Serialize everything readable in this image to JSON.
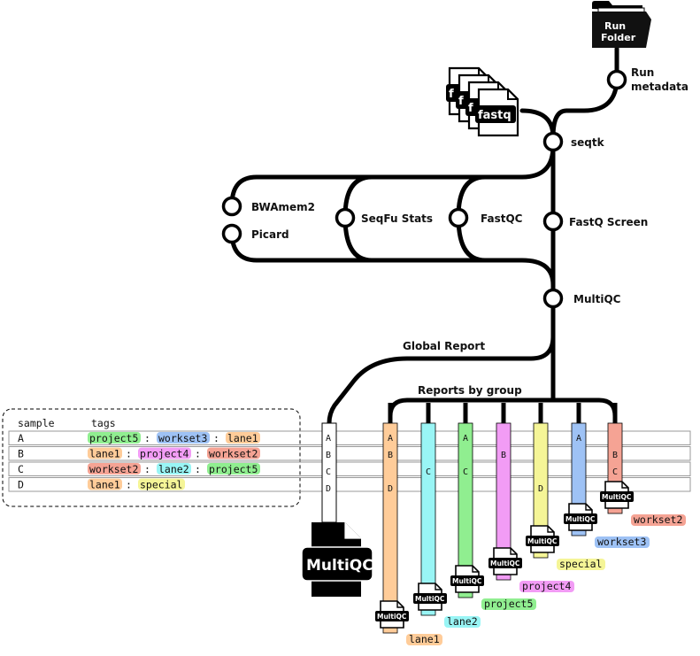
{
  "run_folder": {
    "line1": "Run",
    "line2": "Folder"
  },
  "run_metadata": {
    "line1": "Run",
    "line2": "metadata"
  },
  "fastq_label": "fastq",
  "fastq_stub": "f",
  "nodes": {
    "seqtk": "seqtk",
    "bwamem2": "BWAmem2",
    "picard": "Picard",
    "seqfu": "SeqFu Stats",
    "fastqc": "FastQC",
    "fastq_screen": "FastQ Screen",
    "multiqc": "MultiQC"
  },
  "global_report": "Global Report",
  "reports_by_group": "Reports by group",
  "multiqc_logo": "MultiQC",
  "table": {
    "headers": [
      "sample",
      "tags"
    ],
    "separator": ":",
    "rows": [
      {
        "sample": "A",
        "tags": [
          "project5",
          "workset3",
          "lane1"
        ]
      },
      {
        "sample": "B",
        "tags": [
          "lane1",
          "project4",
          "workset2"
        ]
      },
      {
        "sample": "C",
        "tags": [
          "workset2",
          "lane2",
          "project5"
        ]
      },
      {
        "sample": "D",
        "tags": [
          "lane1",
          "special"
        ]
      }
    ]
  },
  "tag_colors": {
    "project5": "#90ee90",
    "workset3": "#9ec2f5",
    "lane1": "#ffcc99",
    "project4": "#f29cf5",
    "workset2": "#f5a394",
    "lane2": "#99f5f5",
    "special": "#f5f597"
  },
  "global_column": {
    "samples": [
      "A",
      "B",
      "C",
      "D"
    ],
    "color": "#ffffff"
  },
  "groups": [
    {
      "name": "lane1",
      "samples": [
        "A",
        "B",
        "",
        "D"
      ]
    },
    {
      "name": "lane2",
      "samples": [
        "",
        "",
        "C",
        ""
      ]
    },
    {
      "name": "project5",
      "samples": [
        "A",
        "",
        "C",
        ""
      ]
    },
    {
      "name": "project4",
      "samples": [
        "",
        "B",
        "",
        ""
      ]
    },
    {
      "name": "special",
      "samples": [
        "",
        "",
        "",
        "D"
      ]
    },
    {
      "name": "workset3",
      "samples": [
        "A",
        "",
        "",
        ""
      ]
    },
    {
      "name": "workset2",
      "samples": [
        "",
        "B",
        "C",
        ""
      ]
    }
  ]
}
